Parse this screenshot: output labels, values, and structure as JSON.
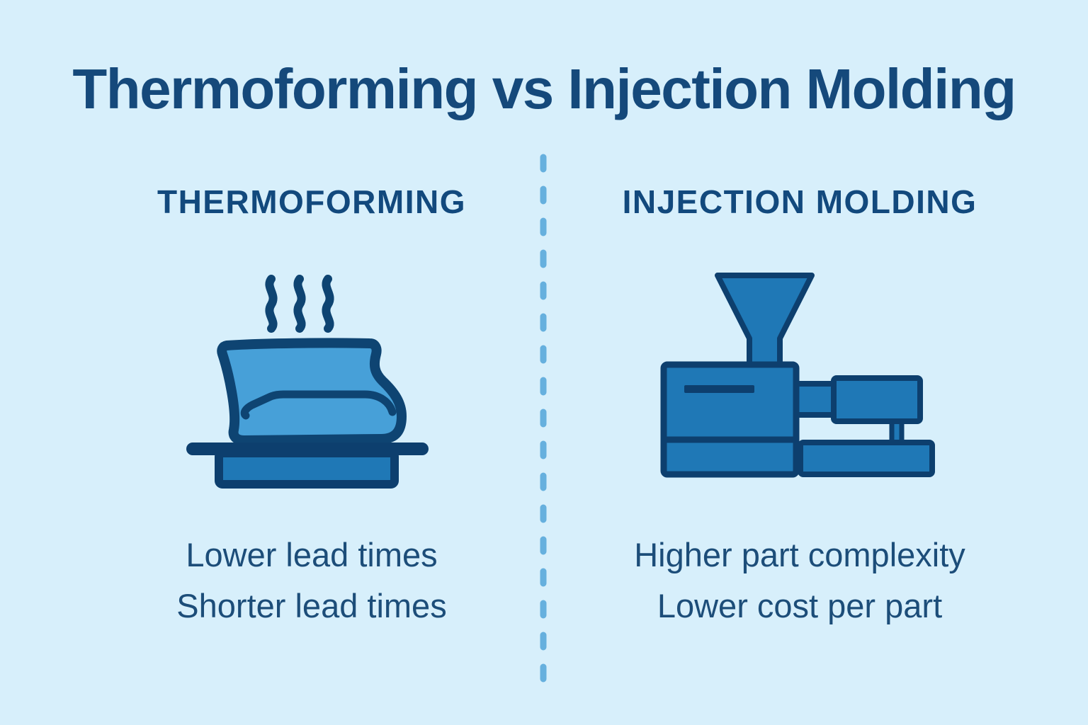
{
  "title": "Thermoforming vs Injection Molding",
  "divider": {
    "style": "vertical-dashed-line",
    "color": "#66b0de"
  },
  "colors": {
    "background": "#d7effb",
    "title_text": "#15497b",
    "heading_text": "#12497d",
    "body_text": "#1c4d79",
    "divider_dash": "#66b0de",
    "icon_outline": "#0e4472",
    "icon_outline_dark": "#0d3f6e",
    "icon_fill_medium": "#1f78b6",
    "icon_fill_light": "#47a0d8"
  },
  "columns": [
    {
      "heading": "THERMOFORMING",
      "icon": "thermoforming-heated-sheet-icon",
      "points": [
        "Lower lead times",
        "Shorter lead times"
      ]
    },
    {
      "heading": "INJECTION MOLDING",
      "icon": "injection-molding-machine-icon",
      "points": [
        "Higher part complexity",
        "Lower cost per part"
      ]
    }
  ]
}
